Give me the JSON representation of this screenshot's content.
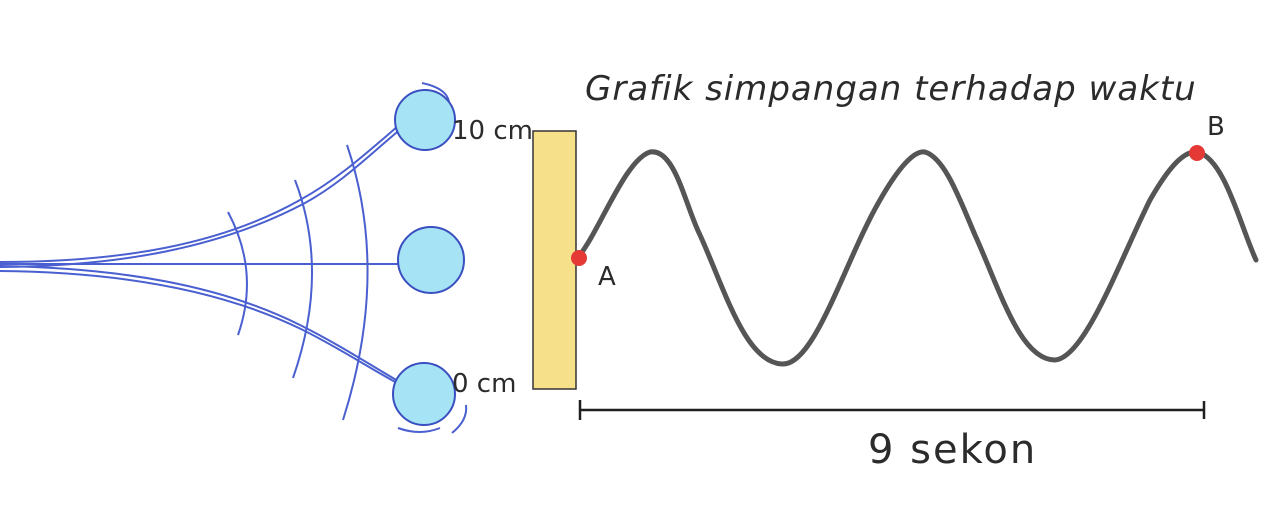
{
  "diagram": {
    "title": "Grafik simpangan terhadap waktu",
    "label_top": "10 cm",
    "label_bottom": "0 cm",
    "point_a": "A",
    "point_b": "B",
    "duration": "9 sekon"
  },
  "colors": {
    "ball_fill": "#a6e3f5",
    "ball_stroke": "#3a4fc0",
    "string": "#4a5fd0",
    "bar_fill": "#f7e08a",
    "wave": "#555555",
    "point": "#e53935",
    "ink": "#1f1f1f"
  }
}
